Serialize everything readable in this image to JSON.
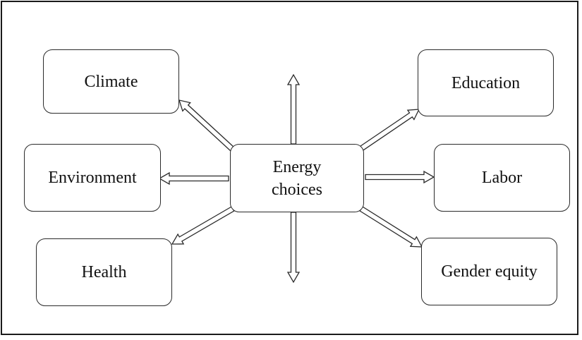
{
  "diagram": {
    "center": {
      "label": "Energy\nchoices"
    },
    "nodes": {
      "climate": "Climate",
      "environment": "Environment",
      "health": "Health",
      "education": "Education",
      "labor": "Labor",
      "gender_equity": "Gender equity"
    },
    "colors": {
      "stroke": "#2a2a2a",
      "background": "#ffffff",
      "text": "#111111"
    }
  }
}
